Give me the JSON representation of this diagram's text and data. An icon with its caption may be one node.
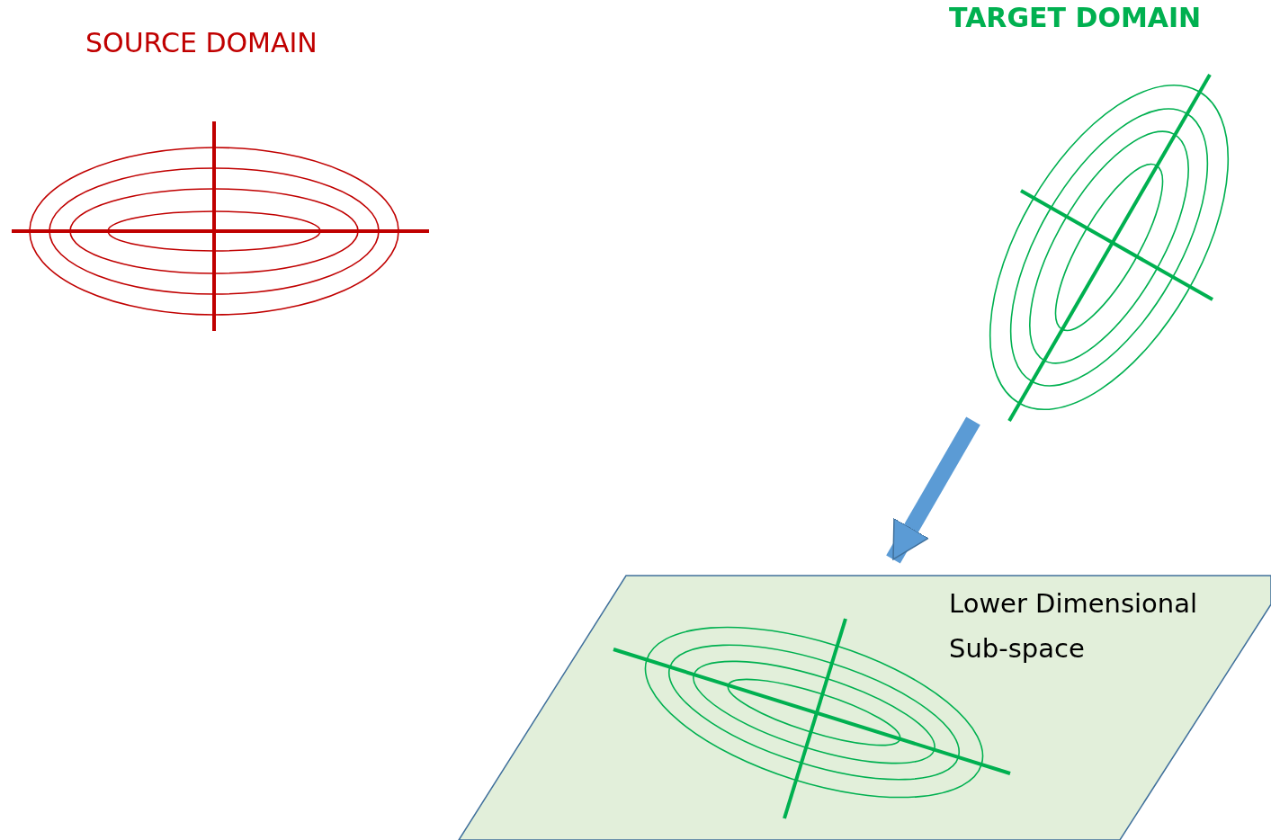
{
  "diagram": {
    "nodes": [
      {
        "text": [
          "SOURCE DOMAIN"
        ]
      },
      {
        "text": [
          "TARGET DOMAIN"
        ]
      },
      {
        "text": [
          "Lower Dimensional Sub-space"
        ]
      }
    ],
    "edges": [
      {
        "from": 1,
        "to": 2,
        "arrow": "to"
      }
    ]
  }
}
